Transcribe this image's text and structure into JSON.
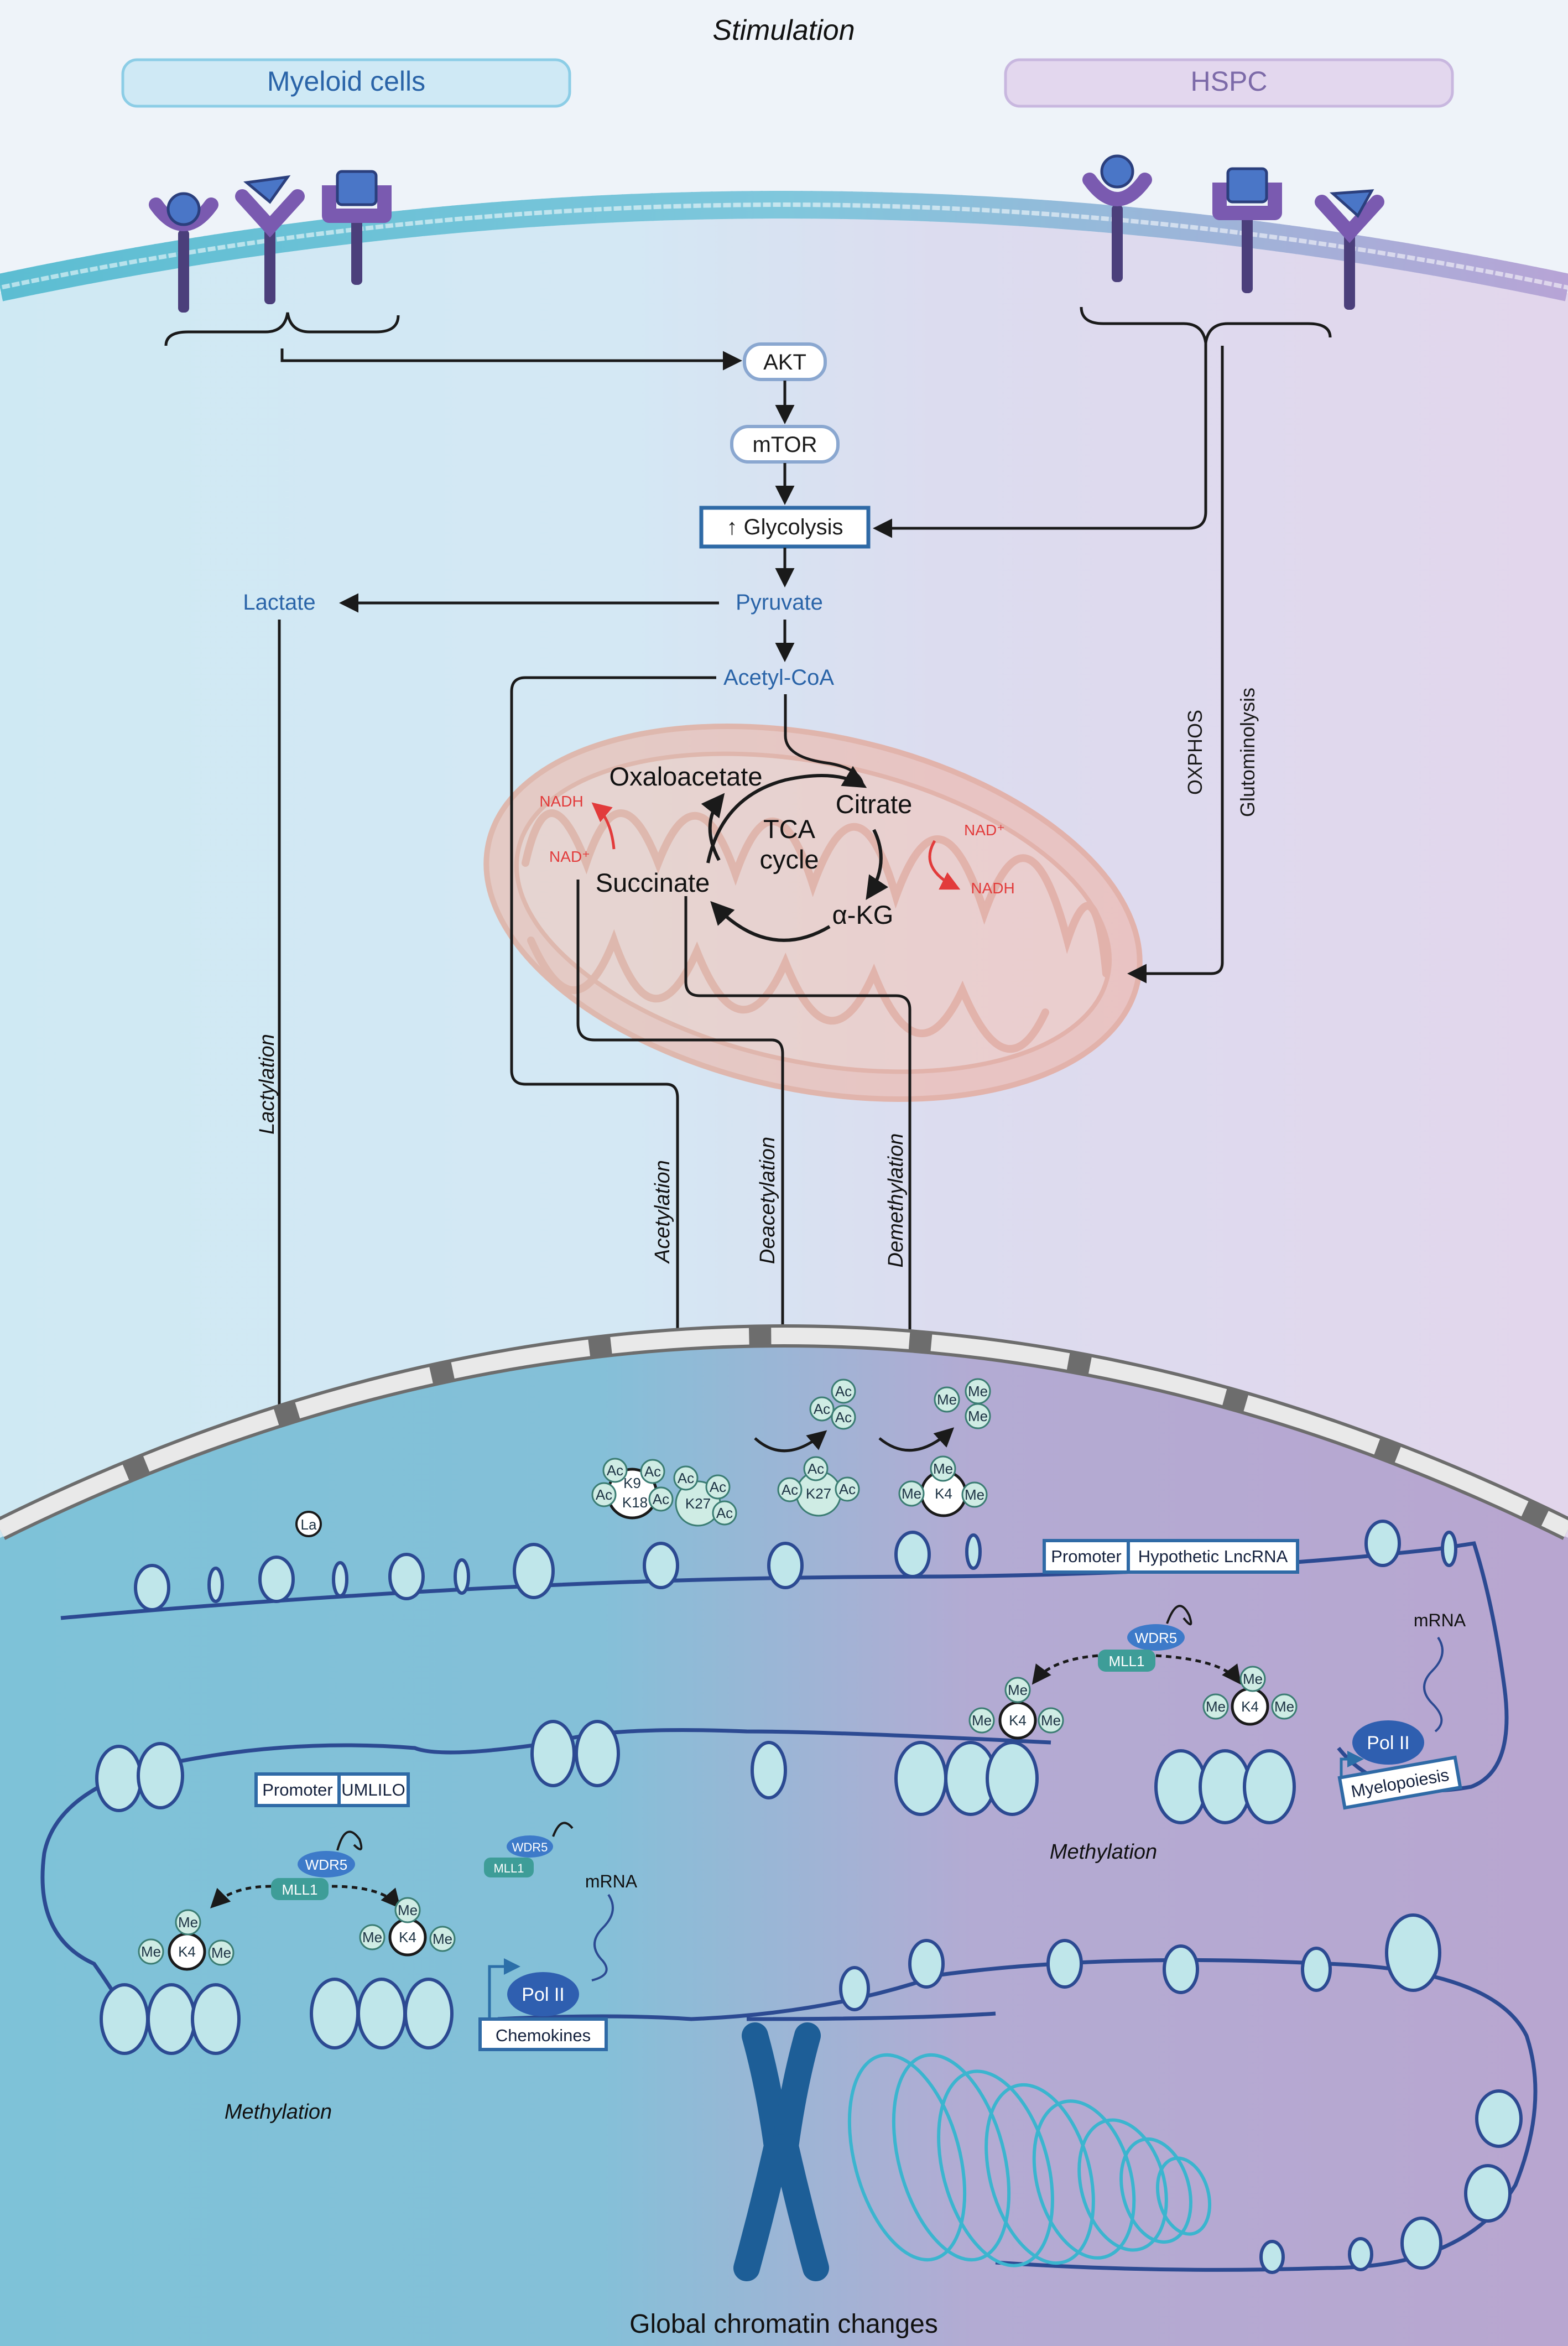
{
  "header": {
    "title": "Stimulation"
  },
  "cells": {
    "left": "Myeloid cells",
    "right": "HSPC"
  },
  "signaling": {
    "akt": "AKT",
    "mtor": "mTOR",
    "glycolysis": "↑ Glycolysis",
    "pyruvate": "Pyruvate",
    "lactate": "Lactate",
    "acetyl_coa": "Acetyl-CoA",
    "oxphos": "OXPHOS",
    "glutaminolysis": "Glutominolysis"
  },
  "tca": {
    "oxaloacetate": "Oxaloacetate",
    "citrate": "Citrate",
    "cycle_line1": "TCA",
    "cycle_line2": "cycle",
    "succinate": "Succinate",
    "akg": "α-KG",
    "nadh": "NADH",
    "nad": "NAD⁺"
  },
  "modifications": {
    "lactylation": "Lactylation",
    "acetylation": "Acetylation",
    "deacetylation": "Deacetylation",
    "demethylation": "Demethylation",
    "methylation": "Methylation"
  },
  "marks": {
    "la": "La",
    "ac": "Ac",
    "me": "Me",
    "k9": "K9",
    "k18": "K18",
    "k27": "K27",
    "k4": "K4"
  },
  "genes": {
    "promoter": "Promoter",
    "hypothetic_lncrna": "Hypothetic LncRNA",
    "umlilo": "UMLILO",
    "wdr5": "WDR5",
    "mll1": "MLL1",
    "mrna": "mRNA",
    "pol2": "Pol II",
    "chemokines": "Chemokines",
    "myelopoiesis": "Myelopoiesis"
  },
  "footer": {
    "caption": "Global chromatin changes"
  },
  "colors": {
    "myeloid": "#cfe9f3",
    "hspc": "#e2d6ec",
    "nucleus_left": "#7ec2d8",
    "nucleus_right": "#b8a6d0",
    "pathway_text": "#2a64a8",
    "chromatin": "#2c4a92",
    "red": "#e23b3b"
  }
}
